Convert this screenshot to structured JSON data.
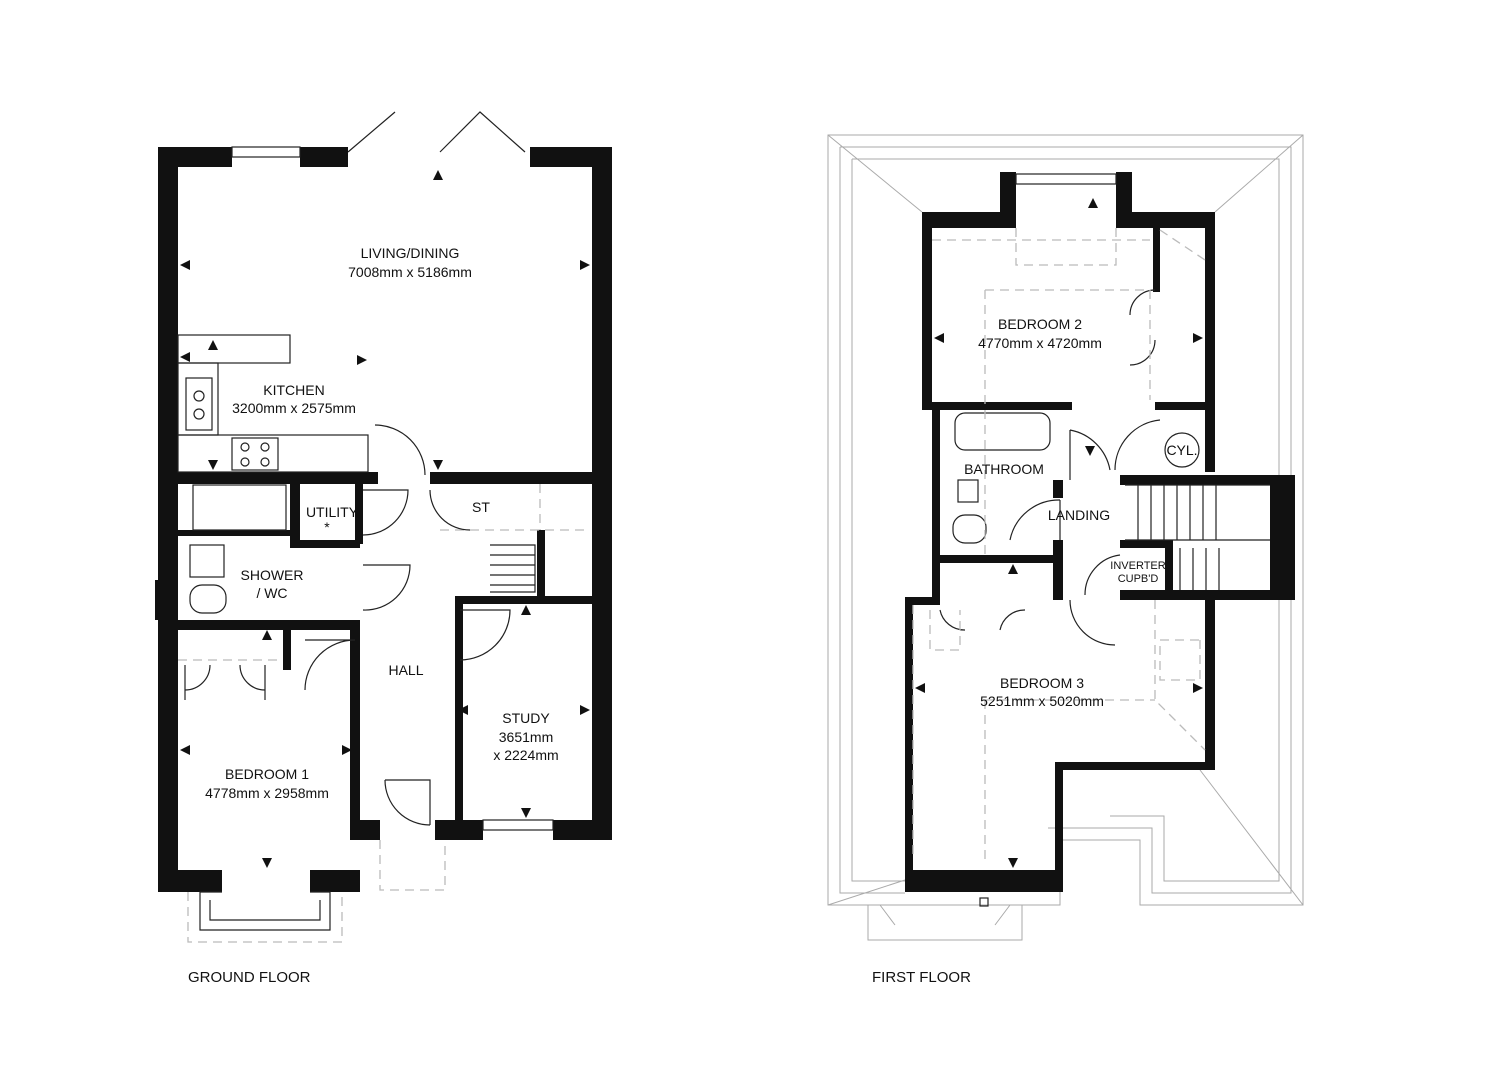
{
  "ground_floor": {
    "caption": "GROUND FLOOR",
    "rooms": {
      "living": {
        "name": "LIVING/DINING",
        "size": "7008mm x 5186mm"
      },
      "kitchen": {
        "name": "KITCHEN",
        "size": "3200mm x 2575mm"
      },
      "utility": {
        "name": "UTILITY",
        "note": "*"
      },
      "store": {
        "name": "ST"
      },
      "shower": {
        "name": "SHOWER",
        "name2": "/ WC"
      },
      "hall": {
        "name": "HALL"
      },
      "study": {
        "name": "STUDY",
        "size": "3651mm",
        "size2": "x 2224mm"
      },
      "bedroom1": {
        "name": "BEDROOM 1",
        "size": "4778mm x 2958mm"
      }
    }
  },
  "first_floor": {
    "caption": "FIRST FLOOR",
    "rooms": {
      "bedroom2": {
        "name": "BEDROOM 2",
        "size": "4770mm x 4720mm"
      },
      "bathroom": {
        "name": "BATHROOM"
      },
      "landing": {
        "name": "LANDING"
      },
      "cylinder": {
        "name": "CYL."
      },
      "inverter": {
        "name": "INVERTER",
        "name2": "CUPB'D"
      },
      "bedroom3": {
        "name": "BEDROOM 3",
        "size": "5251mm x 5020mm"
      }
    }
  }
}
